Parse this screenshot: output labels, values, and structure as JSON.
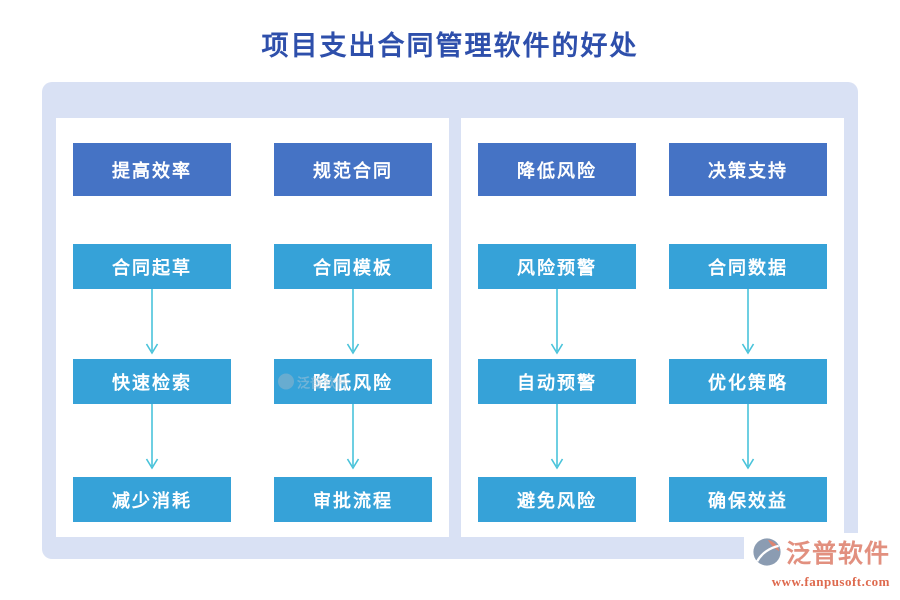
{
  "title": "项目支出合同管理软件的好处",
  "colors": {
    "title": "#2E4FAB",
    "frame": "#D9E1F4",
    "panel": "#FFFFFF",
    "header-box": "#4573C5",
    "step-box": "#36A2D8",
    "arrow": "#49C3DA",
    "logo-text": "#E2907F",
    "logo-url": "#DE6A4E"
  },
  "panels": [
    {
      "columns": [
        {
          "header": "提高效率",
          "steps": [
            "合同起草",
            "快速检索",
            "减少消耗"
          ]
        },
        {
          "header": "规范合同",
          "steps": [
            "合同模板",
            "降低风险",
            "审批流程"
          ]
        }
      ]
    },
    {
      "columns": [
        {
          "header": "降低风险",
          "steps": [
            "风险预警",
            "自动预警",
            "避免风险"
          ]
        },
        {
          "header": "决策支持",
          "steps": [
            "合同数据",
            "优化策略",
            "确保效益"
          ]
        }
      ]
    }
  ],
  "watermark": {
    "text": "泛普软件"
  },
  "logo": {
    "name": "泛普软件",
    "url": "www.fanpusoft.com"
  }
}
